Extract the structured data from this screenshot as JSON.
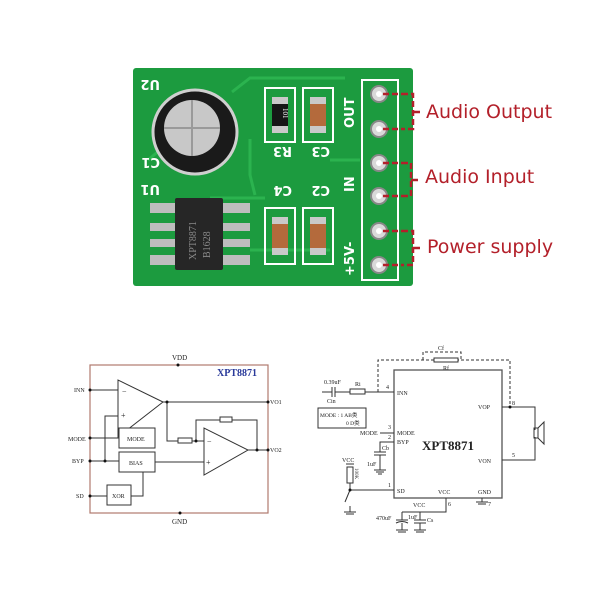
{
  "board": {
    "silkscreen": {
      "u2": "U2",
      "c1": "C1",
      "u1": "U1",
      "r3": "R3",
      "c3": "C3",
      "c4": "C4",
      "c2": "C2",
      "out": "OUT",
      "in": "IN",
      "power": "+5V-"
    },
    "chip_marking_line1": "XPT8871",
    "chip_marking_line2": "B1628",
    "resistor_marking": "101",
    "colors": {
      "pcb": "#1c9b3f",
      "annotation": "#b3202a"
    }
  },
  "annotations": [
    {
      "label": "Audio Output"
    },
    {
      "label": "Audio Input"
    },
    {
      "label": "Power supply"
    }
  ],
  "block_diagram": {
    "title": "XPT8871",
    "vdd": "VDD",
    "gnd": "GND",
    "pins_left": [
      "INN",
      "MODE",
      "BYP",
      "SD"
    ],
    "pins_right": [
      "VO1",
      "VO2"
    ],
    "blocks": [
      "MODE",
      "BIAS",
      "XOR"
    ],
    "minus": "−",
    "plus": "+"
  },
  "app_circuit": {
    "chip": "XPT8871",
    "cin_value": "0.39uF",
    "cin_label": "Cin",
    "ri_label": "Ri",
    "cf_label": "Cf",
    "rf_label": "Rf",
    "mode_box_line1": "MODE : 1 AB类",
    "mode_box_line2": "0  D类",
    "mode_label": "MODE",
    "pins": {
      "inn": {
        "num": "4",
        "name": "INN"
      },
      "mode": {
        "num": "3",
        "name": "MODE"
      },
      "byp": {
        "num": "2",
        "name": "BYP"
      },
      "sd": {
        "num": "1",
        "name": "SD"
      },
      "vop": {
        "num": "8",
        "name": "VOP"
      },
      "von": {
        "num": "5",
        "name": "VON"
      },
      "vcc": {
        "num": "6",
        "name": "VCC"
      },
      "gnd": {
        "num": "7",
        "name": "GND"
      }
    },
    "cb_label": "Cb",
    "cb_value": "1uF",
    "vcc_label": "VCC",
    "pullup_value": "100K",
    "bulk_cap": "470uF",
    "cs_value": "1uF",
    "cs_label": "Cs"
  }
}
